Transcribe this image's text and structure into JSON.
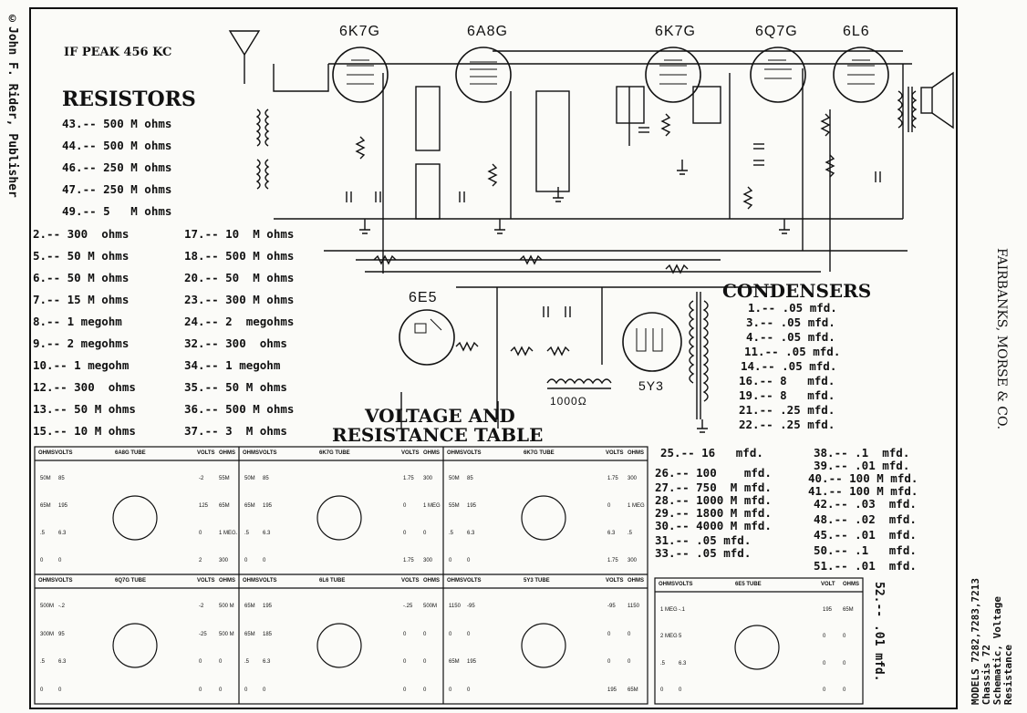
{
  "publisher": "©John F. Rider, Publisher",
  "manufacturer": "FAIRBANKS, MORSE & CO.",
  "model_caption": [
    "MODELS 7282,7283,7213",
    "Chassis 72",
    "Schematic, Voltage",
    "Resistance"
  ],
  "if_peak": "IF PEAK 456 KC",
  "resistors_title": "RESISTORS",
  "resistors_top": [
    "43.-- 500 M ohms",
    "44.-- 500 M ohms",
    "46.-- 250 M ohms",
    "47.-- 250 M ohms",
    "49.-- 5   M ohms"
  ],
  "resistors_left": [
    "2.-- 300  ohms",
    "5.-- 50 M ohms",
    "6.-- 50 M ohms",
    "7.-- 15 M ohms",
    "8.-- 1 megohm",
    "9.-- 2 megohms",
    "10.-- 1 megohm",
    "12.-- 300  ohms",
    "13.-- 50 M ohms",
    "15.-- 10 M ohms"
  ],
  "resistors_right": [
    "17.-- 10  M ohms",
    "18.-- 500 M ohms",
    "20.-- 50  M ohms",
    "23.-- 300 M ohms",
    "24.-- 2  megohms",
    "32.-- 300  ohms",
    "34.-- 1 megohm",
    "35.-- 50 M ohms",
    "36.-- 500 M ohms",
    "37.-- 3  M ohms"
  ],
  "condensers_title": "CONDENSERS",
  "condensers": [
    "1.-- .05 mfd.",
    "3.-- .05 mfd.",
    "4.-- .05 mfd.",
    "11.-- .05 mfd.",
    "14.-- .05 mfd.",
    "16.-- 8   mfd.",
    "19.-- 8   mfd.",
    "21.-- .25 mfd.",
    "22.-- .25 mfd."
  ],
  "condensers_col2": [
    "25.-- 16   mfd.",
    "26.-- 100    mfd.",
    "27.-- 750  M mfd.",
    "28.-- 1000 M mfd.",
    "29.-- 1800 M mfd.",
    "30.-- 4000 M mfd.",
    "31.-- .05 mfd.",
    "33.-- .05 mfd."
  ],
  "condensers_col3": [
    "38.-- .1  mfd.",
    "39.-- .01 mfd.",
    "40.-- 100 M mfd.",
    "41.-- 100 M mfd.",
    "42.-- .03  mfd.",
    "48.-- .02  mfd.",
    "45.-- .01  mfd.",
    "50.-- .1   mfd.",
    "51.-- .01  mfd."
  ],
  "condenser_52": "52.-- .01 mfd.",
  "table_title": [
    "VOLTAGE AND",
    "RESISTANCE TABLE"
  ],
  "tubes_top": [
    "6K7G",
    "6A8G",
    "6K7G",
    "6Q7G",
    "6L6"
  ],
  "tubes_lower": {
    "eye": "6E5",
    "rect": "5Y3",
    "coil": "1000Ω"
  },
  "voltage_table": {
    "hdr": {
      "ohms": "OHMS",
      "volts": "VOLTS",
      "volt": "VOLT"
    },
    "tubes": [
      {
        "name": "6A8G TUBE",
        "left": [
          [
            "50M",
            "85"
          ],
          [
            "65M",
            "195"
          ],
          [
            ".5",
            "6.3"
          ],
          [
            "0",
            "0"
          ]
        ],
        "right": [
          [
            "-2",
            "55M"
          ],
          [
            "125",
            "65M"
          ],
          [
            "0",
            "1 MEG."
          ],
          [
            "2",
            "300"
          ]
        ]
      },
      {
        "name": "6K7G TUBE",
        "left": [
          [
            "50M",
            "85"
          ],
          [
            "65M",
            "195"
          ],
          [
            ".5",
            "6.3"
          ],
          [
            "0",
            "0"
          ]
        ],
        "right": [
          [
            "1.75",
            "300"
          ],
          [
            "0",
            "1 MEG"
          ],
          [
            "0",
            "0"
          ],
          [
            "1.75",
            "300"
          ]
        ]
      },
      {
        "name": "6K7G TUBE",
        "left": [
          [
            "50M",
            "85"
          ],
          [
            "55M",
            "195"
          ],
          [
            ".5",
            "6.3"
          ],
          [
            "0",
            "0"
          ]
        ],
        "right": [
          [
            "1.75",
            "300"
          ],
          [
            "0",
            "1 MEG"
          ],
          [
            "6.3",
            ".5"
          ],
          [
            "1.75",
            "300"
          ]
        ]
      },
      {
        "name": "6Q7G TUBE",
        "left": [
          [
            "500M",
            "-.2"
          ],
          [
            "300M",
            "95"
          ],
          [
            ".5",
            "6.3"
          ],
          [
            "0",
            "0"
          ]
        ],
        "right": [
          [
            "-2",
            "500 M"
          ],
          [
            "-25",
            "500 M"
          ],
          [
            "0",
            "0"
          ],
          [
            "0",
            "0"
          ]
        ]
      },
      {
        "name": "6L6 TUBE",
        "left": [
          [
            "65M",
            "195"
          ],
          [
            "65M",
            "185"
          ],
          [
            ".5",
            "6.3"
          ],
          [
            "0",
            "0"
          ]
        ],
        "right": [
          [
            "-.25",
            "500M"
          ],
          [
            "0",
            "0"
          ],
          [
            "0",
            "0"
          ],
          [
            "0",
            "0"
          ]
        ]
      },
      {
        "name": "5Y3 TUBE",
        "left": [
          [
            "1150",
            "-95"
          ],
          [
            "0",
            "0"
          ],
          [
            "65M",
            "195"
          ],
          [
            "0",
            "0"
          ]
        ],
        "right": [
          [
            "-95",
            "1150"
          ],
          [
            "0",
            "0"
          ],
          [
            "0",
            "0"
          ],
          [
            "195",
            "65M"
          ]
        ]
      },
      {
        "name": "6E5 TUBE",
        "left": [
          [
            "1 MEG",
            "-.1"
          ],
          [
            "2 MEG",
            "5"
          ],
          [
            ".5",
            "6.3"
          ],
          [
            "0",
            "0"
          ]
        ],
        "right": [
          [
            "195",
            "65M"
          ],
          [
            "0",
            "0"
          ],
          [
            "0",
            "0"
          ],
          [
            "0",
            "0"
          ]
        ]
      }
    ]
  }
}
